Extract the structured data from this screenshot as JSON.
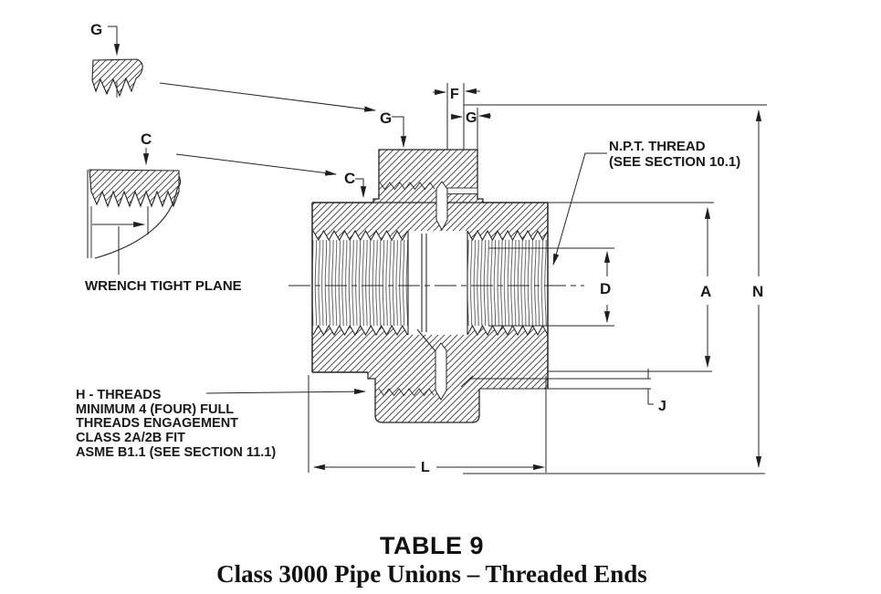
{
  "labels": {
    "detail_g": "G",
    "detail_c": "C",
    "g_main": "G",
    "c_main": "C",
    "f": "F",
    "g_gap": "G",
    "d": "D",
    "a": "A",
    "n": "N",
    "l": "L",
    "j": "J"
  },
  "notes": {
    "wrench": "WRENCH TIGHT PLANE",
    "npt1": "N.P.T. THREAD",
    "npt2": "(SEE SECTION 10.1)",
    "h1": "H - THREADS",
    "h2": "MINIMUM 4 (FOUR) FULL",
    "h3": "THREADS ENGAGEMENT",
    "h4": "CLASS 2A/2B FIT",
    "h5": "ASME B1.1 (SEE SECTION 11.1)"
  },
  "caption": {
    "table": "TABLE 9",
    "title": "Class 3000 Pipe Unions – Threaded Ends"
  },
  "colors": {
    "ink": "#1f1f1f",
    "paper": "#ffffff"
  }
}
